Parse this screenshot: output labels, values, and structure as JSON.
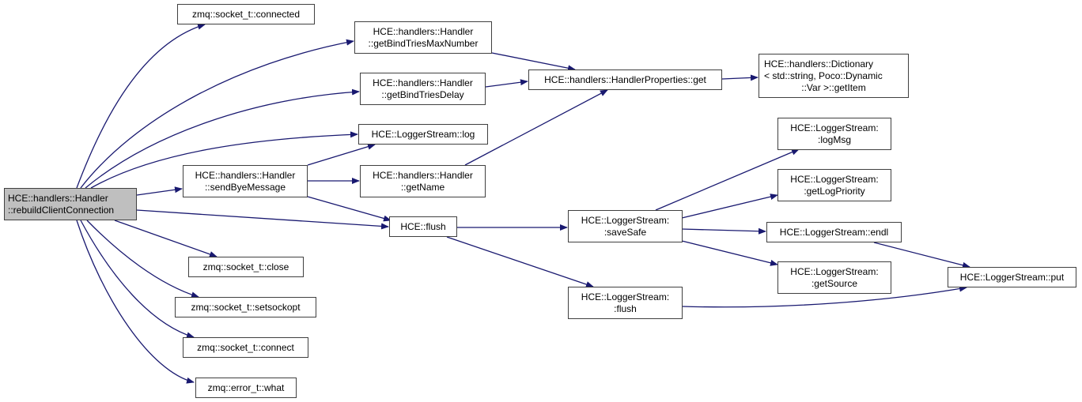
{
  "diagram": {
    "type": "call-graph",
    "edge_color": "#191970",
    "root_fill": "#bfbfbf",
    "node_fill": "#ffffff",
    "nodes": [
      {
        "id": "root",
        "lines": [
          "HCE::handlers::Handler",
          "::rebuildClientConnection"
        ],
        "root": true
      },
      {
        "id": "connected",
        "lines": [
          "zmq::socket_t::connected"
        ]
      },
      {
        "id": "maxnum",
        "lines": [
          "HCE::handlers::Handler",
          "::getBindTriesMaxNumber"
        ]
      },
      {
        "id": "delay",
        "lines": [
          "HCE::handlers::Handler",
          "::getBindTriesDelay"
        ]
      },
      {
        "id": "log",
        "lines": [
          "HCE::LoggerStream::log"
        ]
      },
      {
        "id": "bye",
        "lines": [
          "HCE::handlers::Handler",
          "::sendByeMessage"
        ]
      },
      {
        "id": "getname",
        "lines": [
          "HCE::handlers::Handler",
          "::getName"
        ]
      },
      {
        "id": "hceflush",
        "lines": [
          "HCE::flush"
        ]
      },
      {
        "id": "close",
        "lines": [
          "zmq::socket_t::close"
        ]
      },
      {
        "id": "setsockopt",
        "lines": [
          "zmq::socket_t::setsockopt"
        ]
      },
      {
        "id": "connect",
        "lines": [
          "zmq::socket_t::connect"
        ]
      },
      {
        "id": "what",
        "lines": [
          "zmq::error_t::what"
        ]
      },
      {
        "id": "propget",
        "lines": [
          "HCE::handlers::HandlerProperties::get"
        ]
      },
      {
        "id": "getitem",
        "lines": [
          "HCE::handlers::Dictionary",
          "< std::string, Poco::Dynamic",
          "::Var >::getItem"
        ]
      },
      {
        "id": "savesafe",
        "lines": [
          "HCE::LoggerStream:",
          ":saveSafe"
        ]
      },
      {
        "id": "lsflush",
        "lines": [
          "HCE::LoggerStream:",
          ":flush"
        ]
      },
      {
        "id": "logmsg",
        "lines": [
          "HCE::LoggerStream:",
          ":logMsg"
        ]
      },
      {
        "id": "logprio",
        "lines": [
          "HCE::LoggerStream:",
          ":getLogPriority"
        ]
      },
      {
        "id": "endl",
        "lines": [
          "HCE::LoggerStream::endl"
        ]
      },
      {
        "id": "getsource",
        "lines": [
          "HCE::LoggerStream:",
          ":getSource"
        ]
      },
      {
        "id": "put",
        "lines": [
          "HCE::LoggerStream::put"
        ]
      }
    ],
    "edges": [
      [
        "root",
        "connected"
      ],
      [
        "root",
        "maxnum"
      ],
      [
        "root",
        "delay"
      ],
      [
        "root",
        "log"
      ],
      [
        "root",
        "bye"
      ],
      [
        "root",
        "hceflush"
      ],
      [
        "root",
        "close"
      ],
      [
        "root",
        "setsockopt"
      ],
      [
        "root",
        "connect"
      ],
      [
        "root",
        "what"
      ],
      [
        "maxnum",
        "propget"
      ],
      [
        "delay",
        "propget"
      ],
      [
        "getname",
        "propget"
      ],
      [
        "propget",
        "getitem"
      ],
      [
        "bye",
        "log"
      ],
      [
        "bye",
        "getname"
      ],
      [
        "bye",
        "hceflush"
      ],
      [
        "hceflush",
        "savesafe"
      ],
      [
        "hceflush",
        "lsflush"
      ],
      [
        "savesafe",
        "logmsg"
      ],
      [
        "savesafe",
        "logprio"
      ],
      [
        "savesafe",
        "endl"
      ],
      [
        "savesafe",
        "getsource"
      ],
      [
        "endl",
        "put"
      ],
      [
        "lsflush",
        "put"
      ]
    ]
  }
}
